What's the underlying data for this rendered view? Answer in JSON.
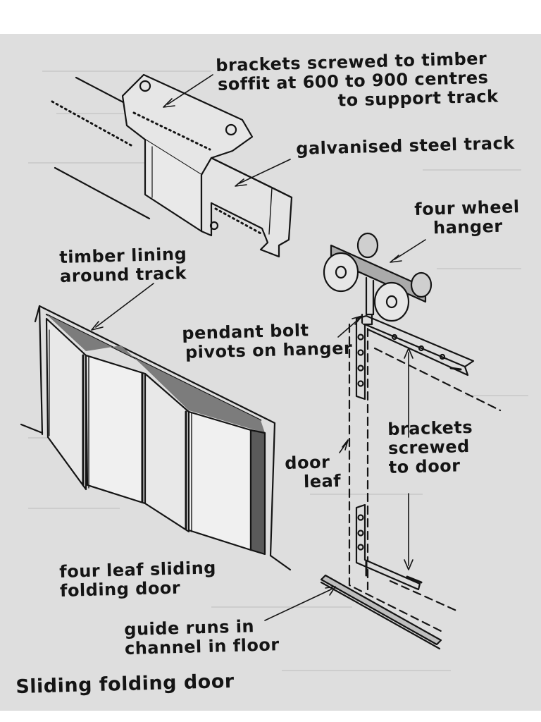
{
  "title": "Sliding folding door",
  "labels": {
    "brackets_soffit": [
      "brackets screwed to timber",
      "soffit at 600 to 900 centres",
      "to support track"
    ],
    "steel_track": "galvanised steel track",
    "wheel_hanger": [
      "four wheel",
      "hanger"
    ],
    "timber_lining": [
      "timber lining",
      "around track"
    ],
    "pendant_bolt": [
      "pendant bolt",
      "pivots on hanger"
    ],
    "brackets_door": [
      "brackets",
      "screwed",
      "to door"
    ],
    "door_leaf": [
      "door",
      "leaf"
    ],
    "four_leaf": [
      "four leaf sliding",
      "folding door"
    ],
    "guide": [
      "guide runs in",
      "channel in floor"
    ]
  },
  "colors": {
    "ink": "#141414",
    "paper": "#dedede",
    "shade": "#8a8a8a",
    "ghost": "#c9c9c9"
  }
}
